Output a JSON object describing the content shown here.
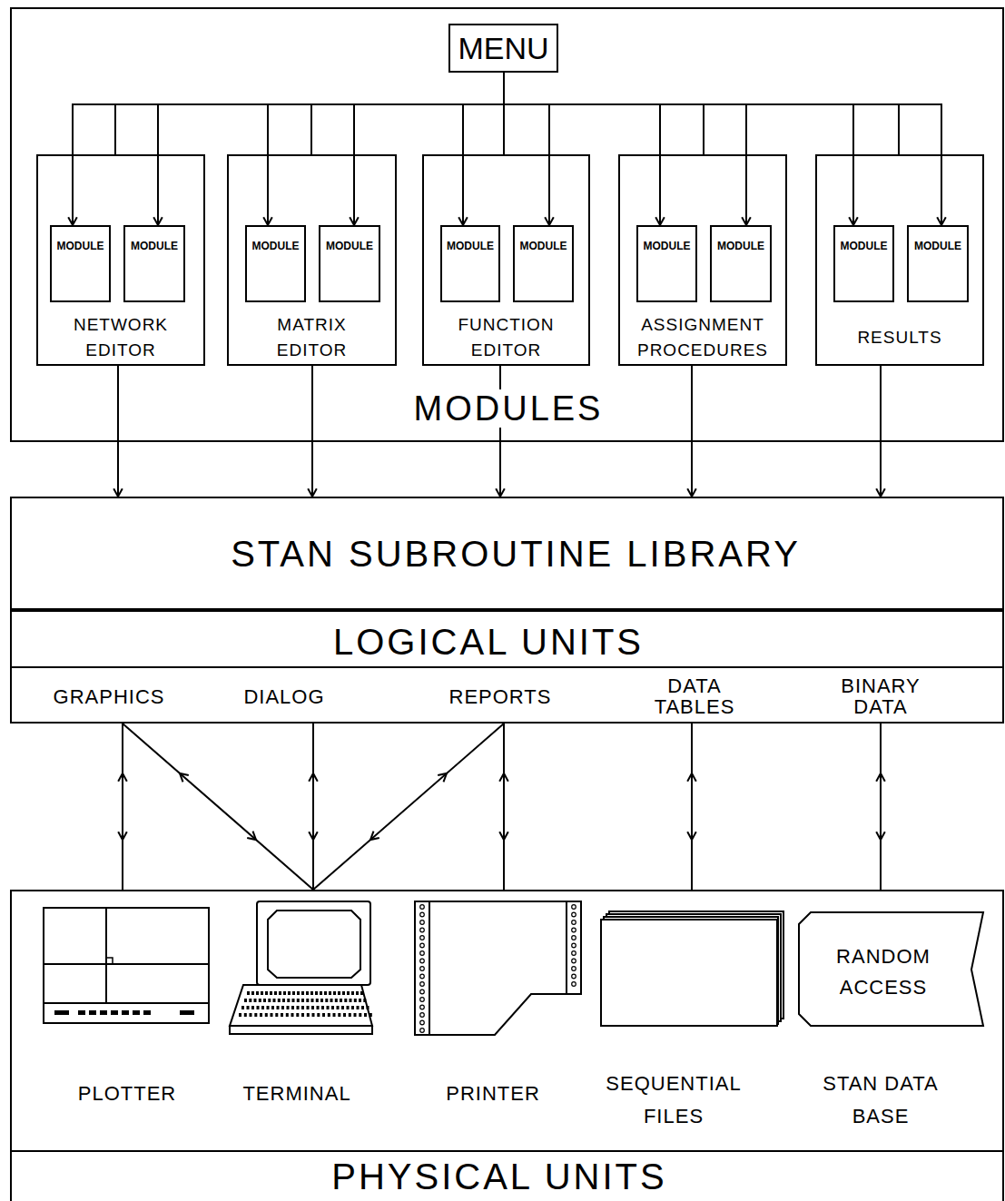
{
  "diagram": {
    "nodes": [
      {
        "text": [
          "MODULES"
        ]
      },
      {
        "text": [
          "MENU"
        ],
        "in": 0
      },
      {
        "text": [
          "NETWORK EDITOR"
        ],
        "in": 0
      },
      {
        "text": [
          "MODULE"
        ],
        "in": 2
      },
      {
        "text": [
          "MODULE"
        ],
        "in": 2
      },
      {
        "text": [
          "MATRIX EDITOR"
        ],
        "in": 0
      },
      {
        "text": [
          "MODULE"
        ],
        "in": 5
      },
      {
        "text": [
          "MODULE"
        ],
        "in": 5
      },
      {
        "text": [
          "FUNCTION EDITOR"
        ],
        "in": 0
      },
      {
        "text": [
          "MODULE"
        ],
        "in": 8
      },
      {
        "text": [
          "MODULE"
        ],
        "in": 8
      },
      {
        "text": [
          "ASSIGNMENT PROCEDURES"
        ],
        "in": 0
      },
      {
        "text": [
          "MODULE"
        ],
        "in": 11
      },
      {
        "text": [
          "MODULE"
        ],
        "in": 11
      },
      {
        "text": [
          "RESULTS"
        ],
        "in": 0
      },
      {
        "text": [
          "MODULE"
        ],
        "in": 14
      },
      {
        "text": [
          "MODULE"
        ],
        "in": 14
      },
      {
        "text": [
          "STAN SUBROUTINE LIBRARY"
        ]
      },
      {
        "text": [
          "LOGICAL UNITS"
        ]
      },
      {
        "text": [
          "GRAPHICS"
        ],
        "in": 18
      },
      {
        "text": [
          "DIALOG"
        ],
        "in": 18
      },
      {
        "text": [
          "REPORTS"
        ],
        "in": 18
      },
      {
        "text": [
          "DATA TABLES"
        ],
        "in": 18
      },
      {
        "text": [
          "BINARY DATA"
        ],
        "in": 18
      },
      {
        "text": [
          "PHYSICAL UNITS"
        ]
      },
      {
        "text": [
          "PLOTTER"
        ],
        "in": 24
      },
      {
        "text": [
          "TERMINAL"
        ],
        "in": 24
      },
      {
        "text": [
          "PRINTER"
        ],
        "in": 24
      },
      {
        "text": [
          "SEQUENTIAL FILES"
        ],
        "in": 24
      },
      {
        "text": [
          "RANDOM ACCESS",
          "STAN DATA BASE"
        ],
        "in": 24
      }
    ],
    "edges": [
      {
        "from": 1,
        "to": 3,
        "arrow": "to"
      },
      {
        "from": 1,
        "to": 2,
        "arrow": "none"
      },
      {
        "from": 1,
        "to": 4,
        "arrow": "to"
      },
      {
        "from": 1,
        "to": 6,
        "arrow": "to"
      },
      {
        "from": 1,
        "to": 5,
        "arrow": "none"
      },
      {
        "from": 1,
        "to": 7,
        "arrow": "to"
      },
      {
        "from": 1,
        "to": 9,
        "arrow": "to"
      },
      {
        "from": 1,
        "to": 8,
        "arrow": "none"
      },
      {
        "from": 1,
        "to": 10,
        "arrow": "to"
      },
      {
        "from": 1,
        "to": 12,
        "arrow": "to"
      },
      {
        "from": 1,
        "to": 11,
        "arrow": "none"
      },
      {
        "from": 1,
        "to": 13,
        "arrow": "to"
      },
      {
        "from": 1,
        "to": 15,
        "arrow": "to"
      },
      {
        "from": 1,
        "to": 14,
        "arrow": "none"
      },
      {
        "from": 1,
        "to": 16,
        "arrow": "to"
      },
      {
        "from": 2,
        "to": 17,
        "arrow": "to"
      },
      {
        "from": 5,
        "to": 17,
        "arrow": "to"
      },
      {
        "from": 8,
        "to": 17,
        "arrow": "to"
      },
      {
        "from": 11,
        "to": 17,
        "arrow": "to"
      },
      {
        "from": 14,
        "to": 17,
        "arrow": "to"
      },
      {
        "from": 19,
        "to": 25,
        "arrow": "both"
      },
      {
        "from": 19,
        "to": 26,
        "arrow": "both"
      },
      {
        "from": 20,
        "to": 26,
        "arrow": "both"
      },
      {
        "from": 21,
        "to": 26,
        "arrow": "both"
      },
      {
        "from": 21,
        "to": 27,
        "arrow": "both"
      },
      {
        "from": 22,
        "to": 28,
        "arrow": "both"
      },
      {
        "from": 23,
        "to": 29,
        "arrow": "both"
      }
    ]
  }
}
